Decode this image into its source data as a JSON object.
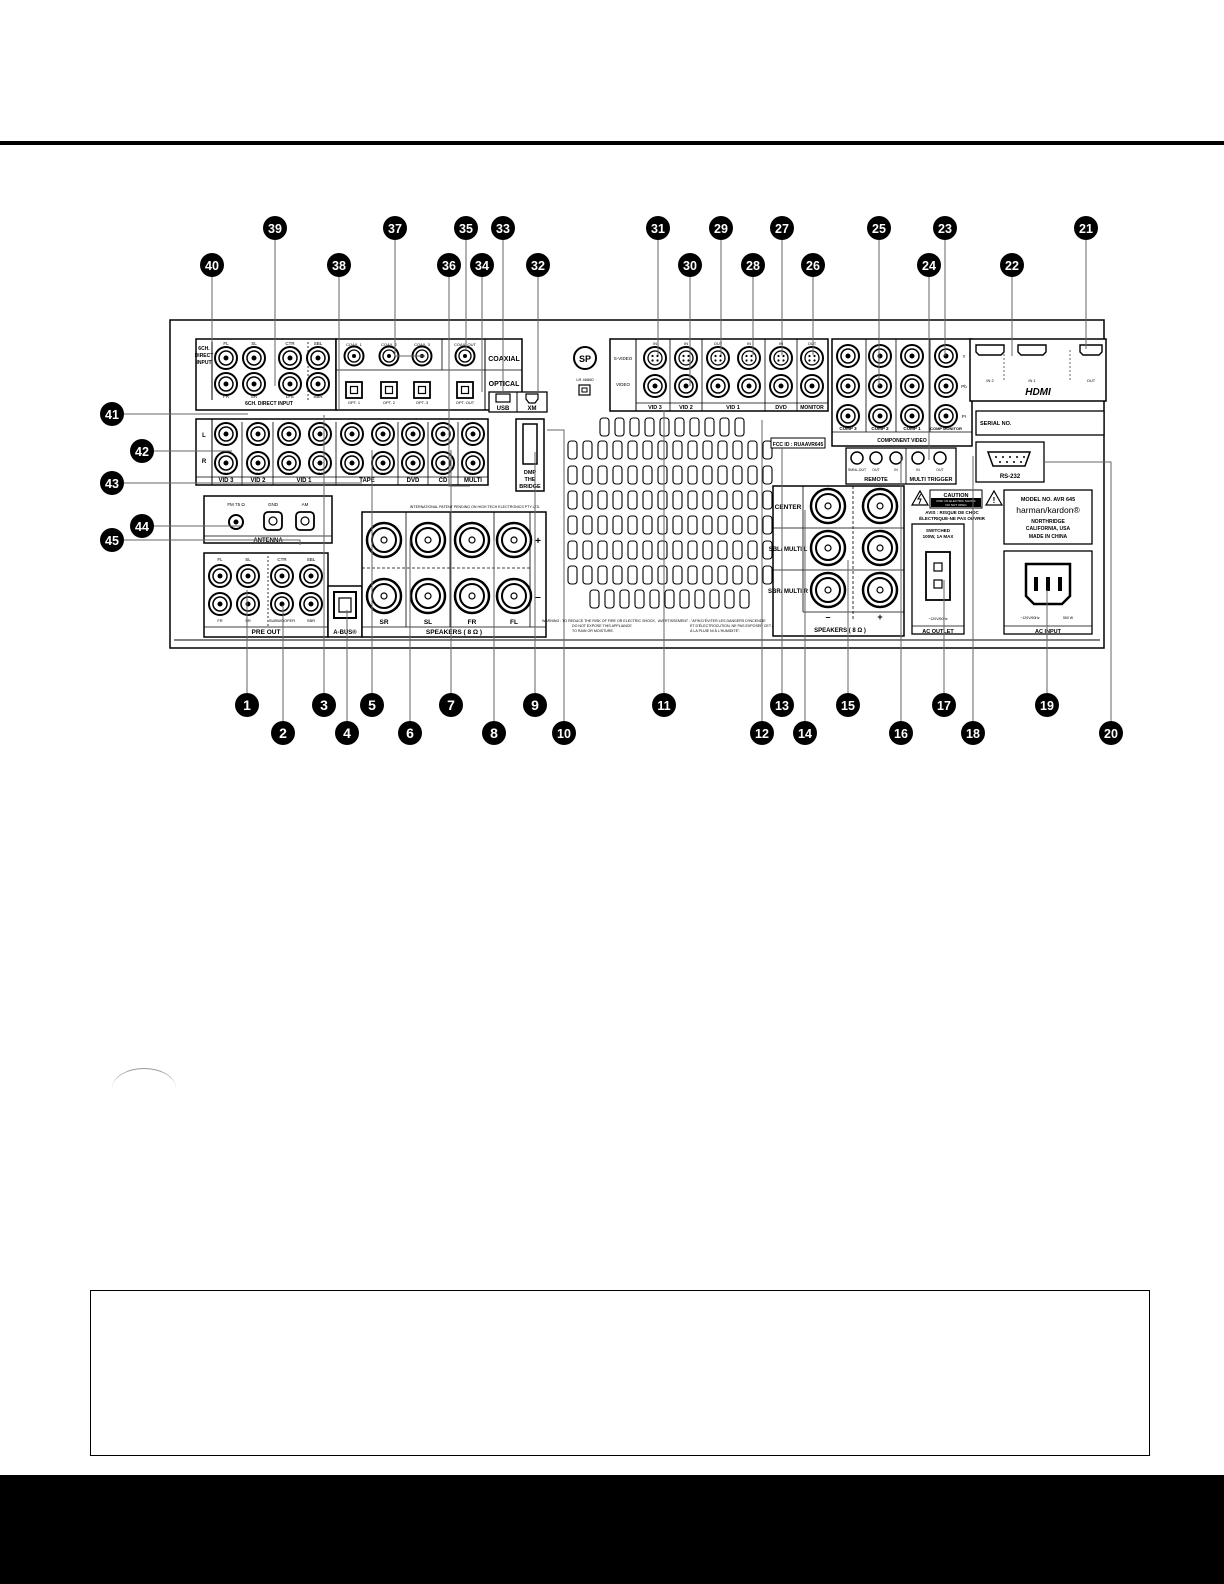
{
  "callouts": {
    "top": [
      "40",
      "39",
      "38",
      "37",
      "36",
      "35",
      "34",
      "33",
      "32",
      "31",
      "30",
      "29",
      "28",
      "27",
      "26",
      "25",
      "24",
      "23",
      "22",
      "21"
    ],
    "left": [
      "41",
      "42",
      "43",
      "44",
      "45"
    ],
    "bottom": [
      "1",
      "2",
      "3",
      "4",
      "5",
      "6",
      "7",
      "8",
      "9",
      "10",
      "11",
      "12",
      "13",
      "14",
      "15",
      "16",
      "17",
      "18",
      "19",
      "20"
    ]
  },
  "panel": {
    "six_ch_input": "6CH. DIRECT INPUT",
    "six_ch_side": [
      "6CH.",
      "DIRECT",
      "INPUT"
    ],
    "six_ch_top": [
      "FL",
      "SL",
      "CTR",
      "SBL"
    ],
    "six_ch_bottom": [
      "FR",
      "SR",
      "LFE",
      "SBR"
    ],
    "coax_labels": [
      "COAX. 1",
      "COAX. 2",
      "COAX. 3",
      "COAX. OUT"
    ],
    "coaxial": "COAXIAL",
    "optical": "OPTICAL",
    "opt_labels": [
      "OPT. 1",
      "OPT. 2",
      "OPT. 3",
      "OPT. OUT"
    ],
    "usb": "USB",
    "xm": "XM",
    "lr": [
      "L",
      "R"
    ],
    "audio_groups": [
      "VID 3",
      "VID 2",
      "VID 1",
      "TAPE",
      "DVD",
      "CD",
      "MULTI"
    ],
    "audio_io": [
      "IN",
      "IN",
      "OUT",
      "IN",
      "OUT",
      "IN",
      "IN",
      "IN",
      "OUT"
    ],
    "dmp": [
      "DMP",
      "THE",
      "BRIDGE"
    ],
    "intl_patent": "INTERNATIONAL PATENT PENDING ON HIGH TECH ELECTRONICS PTY LTD.",
    "antenna": "ANTENNA",
    "antenna_labels": [
      "FM 75 Ω",
      "GND",
      "AM"
    ],
    "pre_out": "PRE OUT",
    "pre_out_top": [
      "FL",
      "SL",
      "CTR",
      "SBL"
    ],
    "pre_out_bottom": [
      "FR",
      "SR",
      "SUBWOOFER",
      "SBR"
    ],
    "a_bus": "A-BUS®",
    "speakers_main": "SPEAKERS ( 8 Ω )",
    "speaker_channels": [
      "SR",
      "SL",
      "FR",
      "FL"
    ],
    "plus": "+",
    "minus": "–",
    "warning": [
      "WARNING : TO REDUCE THE RISK OF FIRE OR ELECTRIC SHOCK,",
      "DO NOT EXPOSE THIS APPLIANCE",
      "TO RAIN OR MOISTURE."
    ],
    "avertissement": [
      "AVERTISSEMENT : \"AFIN D'ÉVITER LES DANGERS D'INCENDIE",
      "ET D'ÉLECTROCUTION, NE PAS EXPOSER CET APPAREIL",
      "À LA PLUIE NI À L'HUMIDITÉ\"."
    ],
    "csa": "LR 46860",
    "s_video": "S-VIDEO",
    "video": "VIDEO",
    "video_groups": [
      "VID 3",
      "VID 2",
      "VID 1",
      "DVD",
      "MONITOR"
    ],
    "video_io": [
      "IN",
      "IN",
      "OUT",
      "IN",
      "IN",
      "OUT"
    ],
    "component_labels": [
      "COMP 3",
      "COMP 2",
      "COMP 1",
      "COMP MONITOR"
    ],
    "component_video": "COMPONENT VIDEO",
    "component_rows": [
      "Y",
      "Pb",
      "Pr"
    ],
    "hdmi_ports": [
      "IN 2",
      "IN 1",
      "OUT"
    ],
    "hdmi": "HDMI",
    "serial_no": "SERIAL NO.",
    "fcc": "FCC ID : RUAAVR645",
    "remote": "REMOTE",
    "remote_labels": [
      "SMNL-OUT",
      "OUT",
      "IN"
    ],
    "multi_trigger": "MULTI TRIGGER",
    "trigger_labels": [
      "IN",
      "OUT"
    ],
    "rs232": "RS-232",
    "speakers_surround": "SPEAKERS ( 8 Ω )",
    "surround_channels": [
      "CENTER",
      "SBL/ MULTI L",
      "SBR/ MULTI R"
    ],
    "caution": "CAUTION",
    "caution_sub": [
      "RISK OF ELECTRIC SHOCK",
      "DO NOT OPEN"
    ],
    "avis": [
      "AVIS : RISQUE DE CHOC",
      "ÉLECTRIQUE-NE PAS OUVRIR"
    ],
    "model_no": "MODEL NO. AVR 645",
    "brand": "harman/kardon®",
    "company": [
      "NORTHRIDGE",
      "CALIFORNIA, USA",
      "MADE IN CHINA"
    ],
    "switched": [
      "SWITCHED",
      "100W, 1A MAX"
    ],
    "ac_outlet": "AC OUTLET",
    "outlet_rating": "~120V/60Hz",
    "ac_input": "AC INPUT",
    "input_rating": [
      "~120V/60Hz",
      "550 W"
    ]
  }
}
